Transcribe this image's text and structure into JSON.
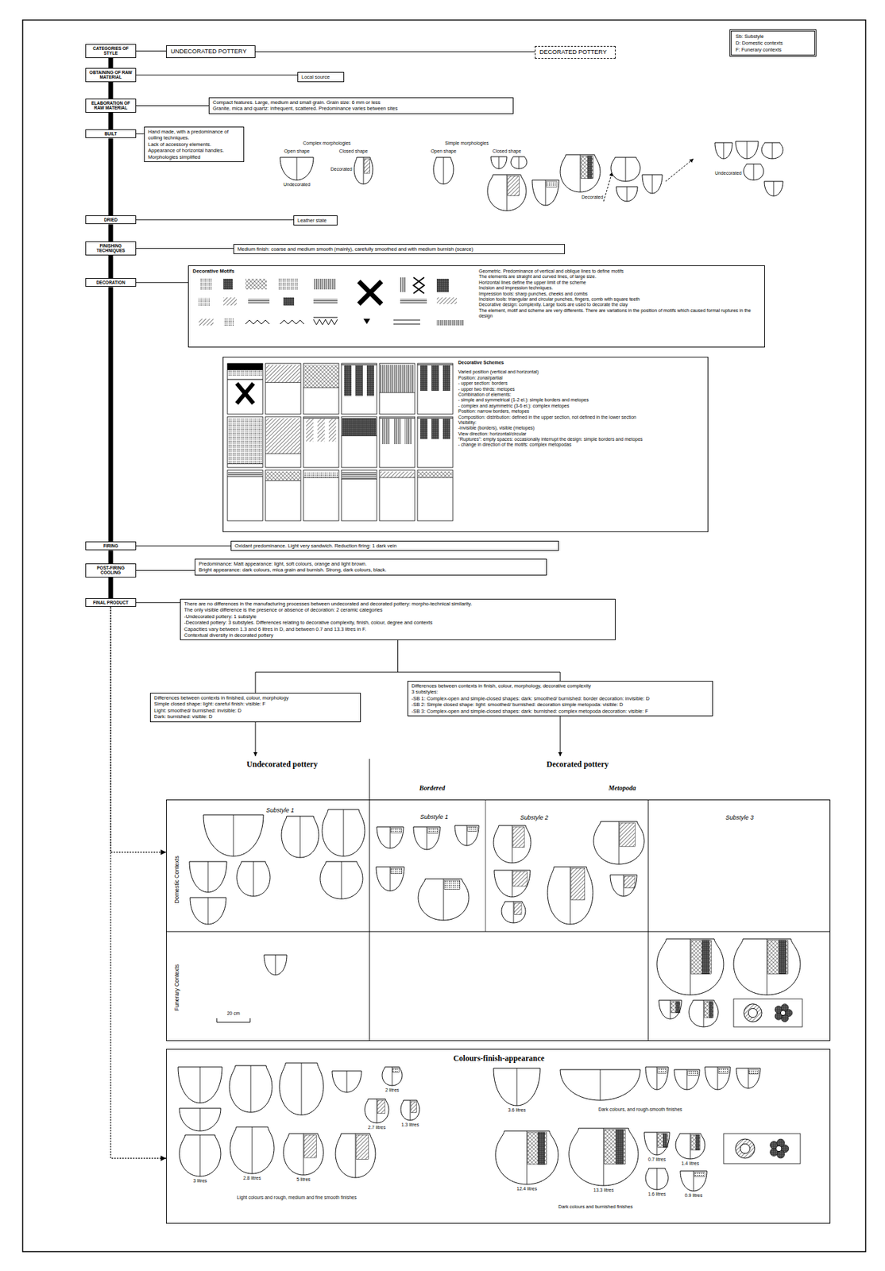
{
  "diagram": {
    "nodes": [
      {
        "text": [
          "CATEGORIES OF STYLE"
        ]
      },
      {
        "text": [
          "UNDECORATED POTTERY"
        ]
      },
      {
        "text": [
          "DECORATED POTTERY"
        ]
      },
      {
        "text": [
          "Sb: Substyle",
          "D: Domestic contexts",
          "F: Funerary contexts"
        ]
      },
      {
        "text": [
          "OBTAINING OF RAW MATERIAL"
        ]
      },
      {
        "text": [
          "Local source"
        ]
      },
      {
        "text": [
          "ELABORATION OF RAW MATERIAL"
        ]
      },
      {
        "text": [
          "Compact features. Large, medium and small grain. Grain size: 6 mm or less",
          "Granite, mica and quartz: infrequent, scattered. Predominance varies between sites"
        ]
      },
      {
        "text": [
          "BUILT"
        ]
      },
      {
        "text": [
          "Hand made, with a predominance of coiling techniques.",
          "Lack of accessory elements.",
          "Appearance of horizontal handles.",
          "Morphologies simplified"
        ]
      },
      {
        "text": [
          "DRIED"
        ]
      },
      {
        "text": [
          "Leather state"
        ]
      },
      {
        "text": [
          "FINISHING TECHNIQUES"
        ]
      },
      {
        "text": [
          "Medium finish: coarse and medium smooth (mainly), carefully smoothed and with medium burnish (scarce)"
        ]
      },
      {
        "text": [
          "DECORATION"
        ]
      },
      {
        "text": [
          "Decorative Motifs",
          "Geometric. Predominance of vertical and oblique lines to define motifs",
          "The elements are straight and curved lines, of large size.",
          "Horizontal lines define the upper limit of the scheme",
          "Incision and impression techniques.",
          "Impression tools: sharp punches, cheeks and combs",
          "Incision tools: triangular and circular punches, fingers, comb with square teeth",
          "Decorative design: complexity. Large tools are used to decorate the clay",
          "The element, motif and scheme are very differents. There are variations in the position of motifs which caused formal ruptures in the design"
        ]
      },
      {
        "text": [
          "Decorative Schemes",
          "Varied position (vertical and horizontal)",
          "Position: zonal/partial",
          "- upper section: borders",
          "- upper two thirds: metopes",
          "Combination of elements:",
          "- simple and symmetrical (1-2 el.): simple borders and metopes",
          "- complex and asymmetric (3-6 el.): complex metopes",
          "Position: narrow borders, metopes",
          "Composition: distribution: defined in the upper section, not defined in the lower section",
          "Visibility:",
          "-invisible (borders), visible (metopes)",
          "View direction: horizontal/circular",
          "\"Ruptures\": empty spaces: occasionally interrupt the design: simple borders and metopes",
          "- change in direction of the motifs: complex metopodas"
        ]
      },
      {
        "text": [
          "FIRING"
        ]
      },
      {
        "text": [
          "Oxidant predominance. Light very sandwich. Reduction firing: 1 dark vein"
        ]
      },
      {
        "text": [
          "POST-FIRING COOLING"
        ]
      },
      {
        "text": [
          "Predominance: Matt appearance: light, soft colours, orange and light brown.",
          "Bright appearance: dark colours, mica grain and burnish. Strong, dark colours, black."
        ]
      },
      {
        "text": [
          "FINAL PRODUCT"
        ]
      },
      {
        "text": [
          "There are no differences in the manufacturing processes between undecorated and decorated pottery: morpho-technical similarity.",
          "The only visible difference is the presence or absence of decoration: 2 ceramic categories",
          "-Undecorated pottery: 1 substyle",
          "-Decorated pottery: 3 substyles. Differences relating to decorative complexity, finish, colour, degree and contexts",
          "Capacities vary between 1.3 and 6 litres in D, and between 0.7 and 13.3 litres in F.",
          "Contextual diversity in decorated pottery"
        ]
      },
      {
        "text": [
          "Differences between contexts in finished, colour, morphology",
          "Simple closed shape: light: careful finish: visible: F",
          "Light: smoothed/ burnished: invisible: D",
          "Dark: burnished: visible: D"
        ]
      },
      {
        "text": [
          "Differences between contexts in finish, colour, morphology, decorative complexity",
          "3 substyles:",
          "-SB 1: Complex-open and simple-closed shapes: dark: smoothed/ burnished: border decoration: invisible: D",
          "-SB 2: Simple closed shape: light: smoothed/ burnished: decoration simple metopoda: visible: D",
          "-SB 3: Complex-open and simple-closed shapes: dark: burnished: complex metopoda decoration: visible: F"
        ]
      },
      {
        "text": [
          "Substyle 1",
          "Substyle 1",
          "Substyle 2",
          "Substyle 3",
          "Domestic Contexts",
          "Funerary Contexts"
        ]
      },
      {
        "text": [
          "Colours-finish-appearance"
        ]
      }
    ],
    "edges": [
      {
        "from": 0,
        "to": 1,
        "arrow": "none"
      },
      {
        "from": 1,
        "to": 2,
        "arrow": "none"
      },
      {
        "from": 0,
        "to": 4,
        "arrow": "none"
      },
      {
        "from": 4,
        "to": 5,
        "arrow": "none"
      },
      {
        "from": 4,
        "to": 6,
        "arrow": "none"
      },
      {
        "from": 6,
        "to": 7,
        "arrow": "none"
      },
      {
        "from": 6,
        "to": 8,
        "arrow": "none"
      },
      {
        "from": 8,
        "to": 9,
        "arrow": "none"
      },
      {
        "from": 8,
        "to": 10,
        "arrow": "none"
      },
      {
        "from": 10,
        "to": 11,
        "arrow": "none"
      },
      {
        "from": 10,
        "to": 12,
        "arrow": "none"
      },
      {
        "from": 12,
        "to": 13,
        "arrow": "none"
      },
      {
        "from": 12,
        "to": 14,
        "arrow": "none"
      },
      {
        "from": 14,
        "to": 15,
        "arrow": "none"
      },
      {
        "from": 14,
        "to": 17,
        "arrow": "none"
      },
      {
        "from": 17,
        "to": 18,
        "arrow": "none"
      },
      {
        "from": 17,
        "to": 19,
        "arrow": "none"
      },
      {
        "from": 19,
        "to": 20,
        "arrow": "none"
      },
      {
        "from": 19,
        "to": 21,
        "arrow": "none"
      },
      {
        "from": 21,
        "to": 22,
        "arrow": "none"
      },
      {
        "from": 22,
        "to": 23,
        "arrow": "none"
      },
      {
        "from": 22,
        "to": 24,
        "arrow": "none"
      },
      {
        "from": 21,
        "to": 25,
        "arrow": "to"
      },
      {
        "from": 21,
        "to": 26,
        "arrow": "to"
      }
    ],
    "labels": [
      "Complex morphologies",
      "Open shape",
      "Closed shape",
      "Simple morphologies",
      "Open shape",
      "Closed shape",
      "Decorated",
      "Undecorated",
      "Undecorated",
      "Decorated",
      "Undecorated pottery",
      "Decorated pottery",
      "Bordered",
      "Metopoda",
      "20 cm",
      "2 litres",
      "2.7 litres",
      "1.3 litres",
      "3.6 litres",
      "Dark colours, and rough-smooth finishes",
      "3 litres",
      "2.8 litres",
      "5 litres",
      "Light colours and rough, medium and fine smooth finishes",
      "12.4 litres",
      "13.3 litres",
      "0.7 litres",
      "1.4 litres",
      "1.6 litres",
      "0.9 litres",
      "Dark colours and burnished finishes"
    ]
  }
}
